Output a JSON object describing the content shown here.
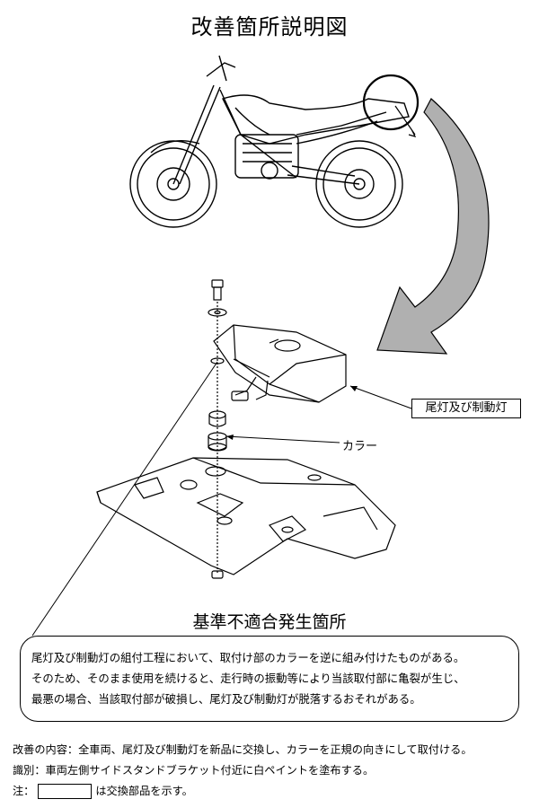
{
  "title": "改善箇所説明図",
  "labels": {
    "tail_light": "尾灯及び制動灯",
    "collar": "カラー"
  },
  "section_title": "基準不適合発生箇所",
  "description": [
    "尾灯及び制動灯の組付工程において、取付け部のカラーを逆に組み付けたものがある。",
    "そのため、そのまま使用を続けると、走行時の振動等により当該取付部に亀裂が生じ、",
    "最悪の場合、当該取付部が破損し、尾灯及び制動灯が脱落するおそれがある。"
  ],
  "notes": {
    "improvement": "改善の内容：全車両、尾灯及び制動灯を新品に交換し、カラーを正規の向きにして取付ける。",
    "identification": "識別：車両左側サイドスタンドブラケット付近に白ペイントを塗布する。",
    "note_prefix": "注：",
    "note_suffix": "は交換部品を示す。"
  },
  "colors": {
    "arrow_fill": "#b0b0b0",
    "line": "#000000"
  }
}
